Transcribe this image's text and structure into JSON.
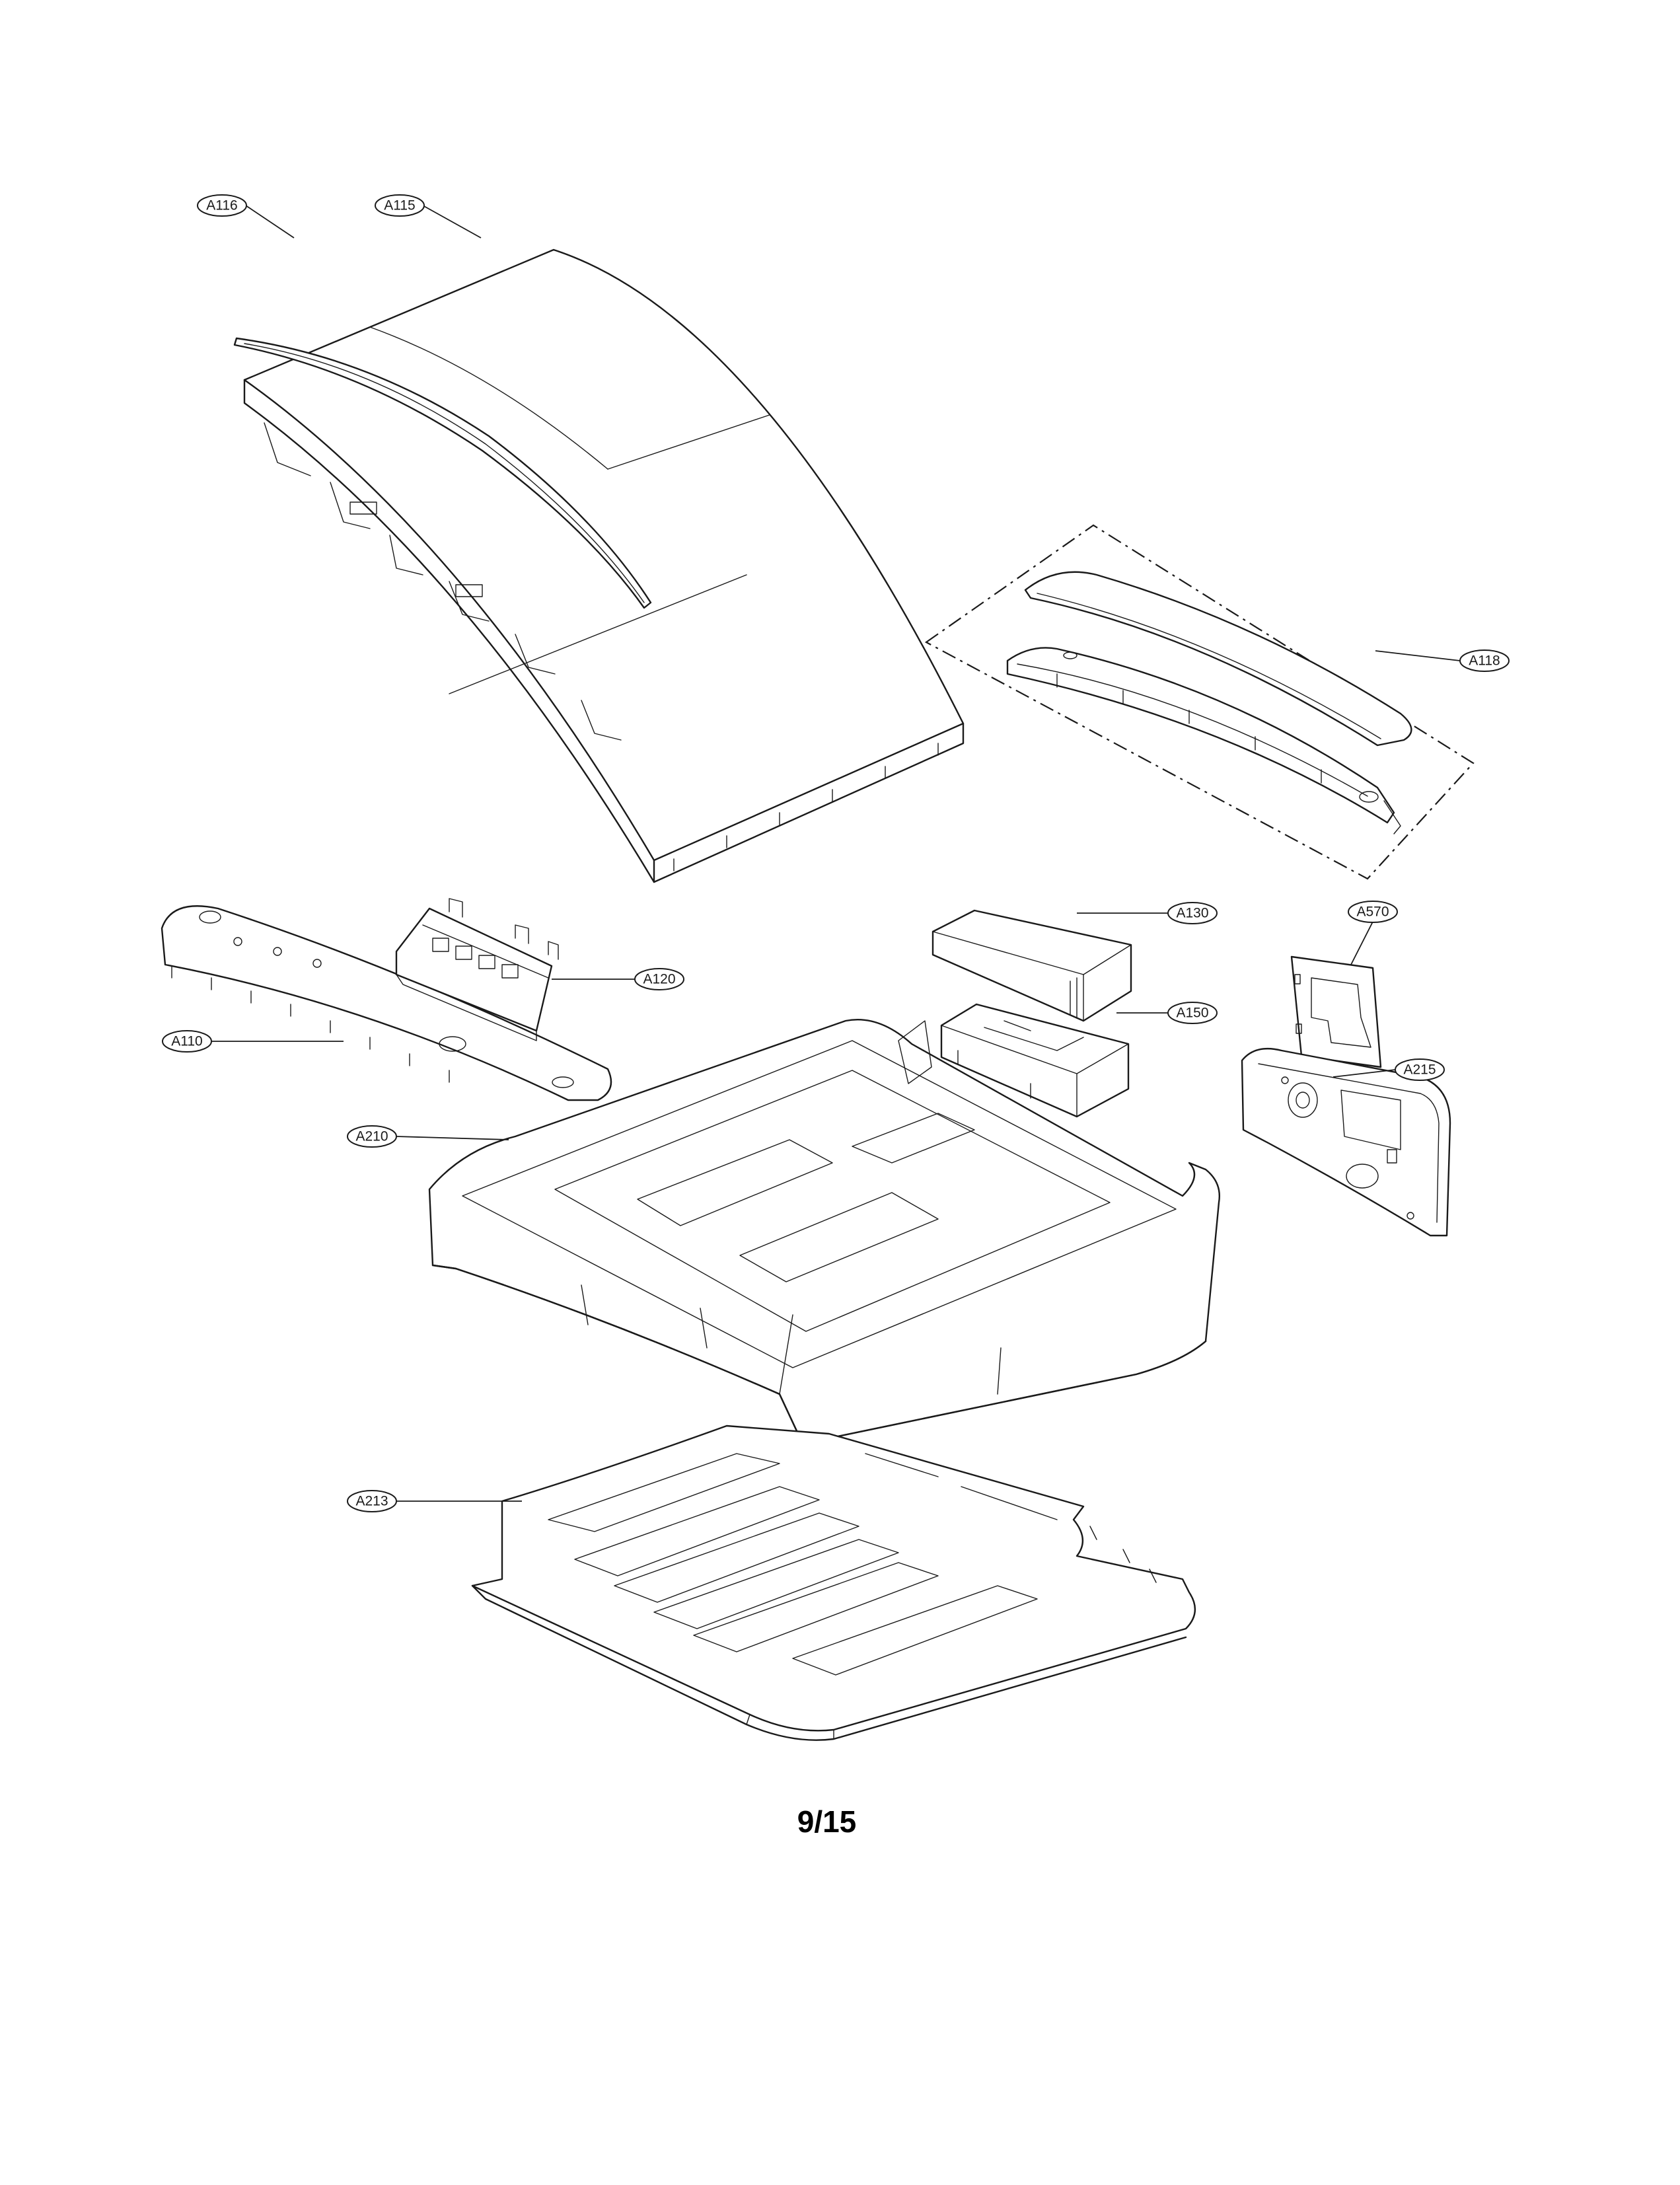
{
  "callouts": {
    "a116": "A116",
    "a115": "A115",
    "a118": "A118",
    "a130": "A130",
    "a570": "A570",
    "a120": "A120",
    "a150": "A150",
    "a110": "A110",
    "a215": "A215",
    "a210": "A210",
    "a213": "A213"
  },
  "page_number": "9/15",
  "colors": {
    "line": "#1a1a1a",
    "background": "#ffffff"
  }
}
